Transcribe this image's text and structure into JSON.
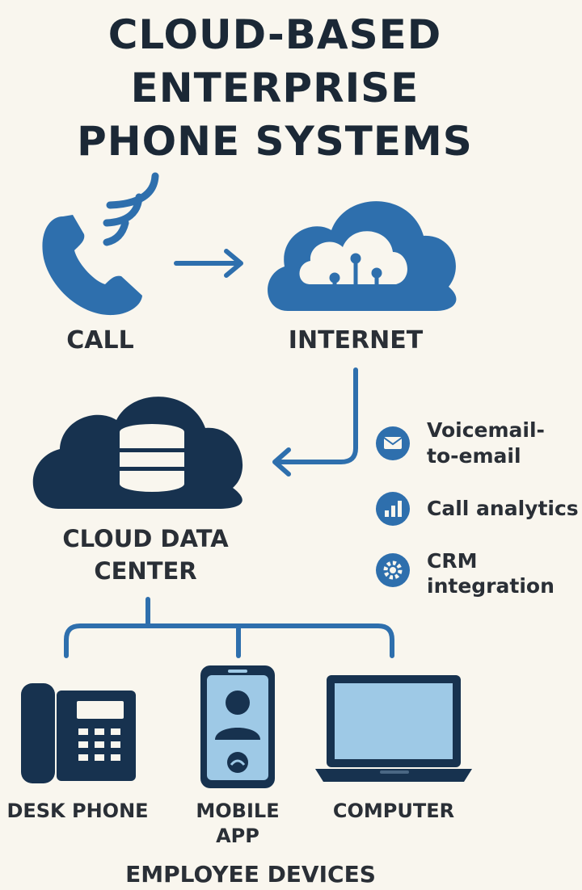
{
  "title": {
    "line1": "CLOUD-BASED",
    "line2": "ENTERPRISE",
    "line3": "PHONE SYSTEMS"
  },
  "nodes": {
    "call": "CALL",
    "internet": "INTERNET",
    "data_center_line1": "CLOUD DATA",
    "data_center_line2": "CENTER"
  },
  "features": [
    {
      "line1": "Voicemail-",
      "line2": "to-email",
      "icon": "envelope-icon"
    },
    {
      "line1": "Call analytics",
      "line2": "",
      "icon": "bar-chart-icon"
    },
    {
      "line1": "CRM",
      "line2": "integration",
      "icon": "gear-icon"
    }
  ],
  "devices": {
    "desk_phone": "DESK PHONE",
    "mobile_line1": "MOBILE",
    "mobile_line2": "APP",
    "computer": "COMPUTER"
  },
  "footer": "EMPLOYEE DEVICES",
  "colors": {
    "background": "#f9f6ee",
    "blue": "#2e6fad",
    "dark_navy": "#17324f",
    "light_blue": "#9ec9e6"
  }
}
